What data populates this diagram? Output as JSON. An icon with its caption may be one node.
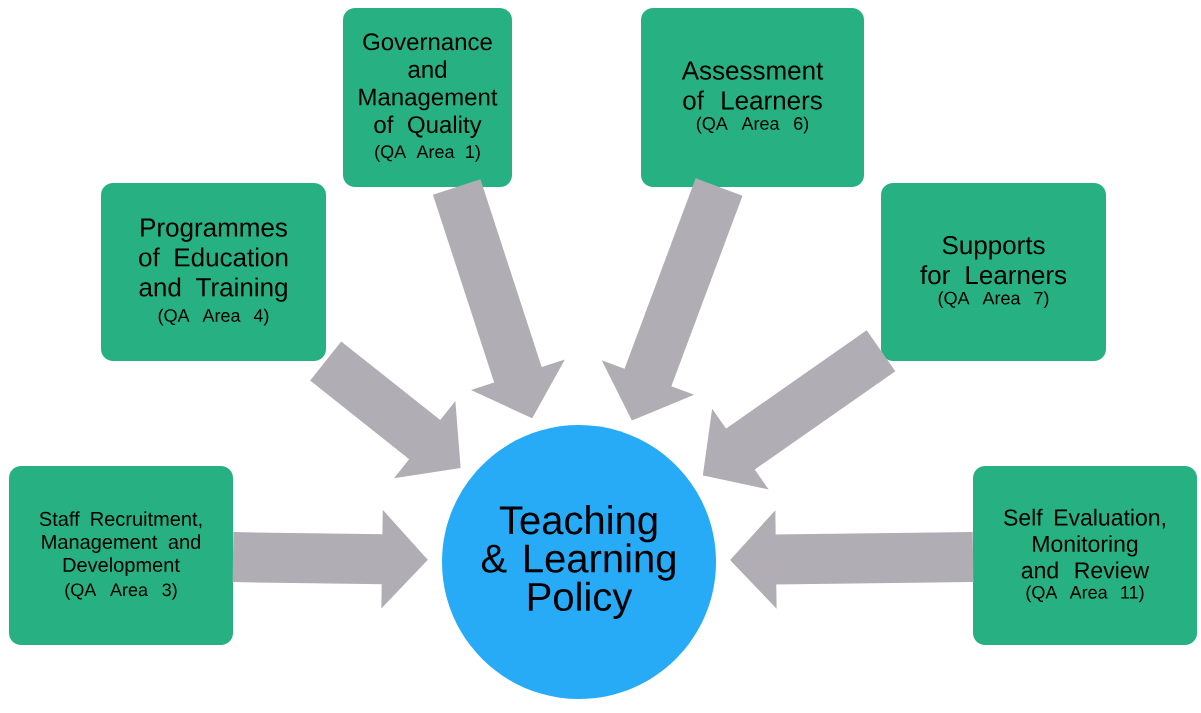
{
  "diagram": {
    "nodes": [
      {
        "text": [
          "Governance and Management of Quality",
          "(QA Area 1)"
        ]
      },
      {
        "text": [
          "Assessment of Learners",
          "(QA Area 6)"
        ]
      },
      {
        "text": [
          "Programmes of Education and Training",
          "(QA Area 4)"
        ]
      },
      {
        "text": [
          "Supports for Learners",
          "(QA Area 7)"
        ]
      },
      {
        "text": [
          "Staff Recruitment, Management and Development",
          "(QA Area 3)"
        ]
      },
      {
        "text": [
          "Teaching & Learning Policy"
        ]
      },
      {
        "text": [
          "Self Evaluation, Monitoring and Review",
          "(QA Area 11)"
        ]
      }
    ],
    "edges": [
      {
        "from": 0,
        "to": 5,
        "arrow": "to"
      },
      {
        "from": 1,
        "to": 5,
        "arrow": "to"
      },
      {
        "from": 2,
        "to": 5,
        "arrow": "to"
      },
      {
        "from": 3,
        "to": 5,
        "arrow": "to"
      },
      {
        "from": 4,
        "to": 5,
        "arrow": "to"
      },
      {
        "from": 6,
        "to": 5,
        "arrow": "to"
      }
    ]
  }
}
